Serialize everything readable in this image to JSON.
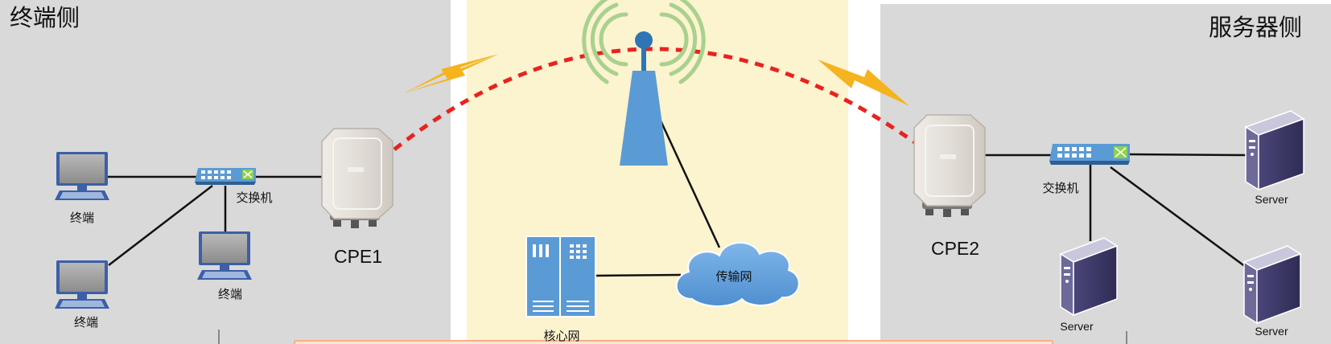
{
  "panels": {
    "terminal_side_title": "终端侧",
    "server_side_title": "服务器侧"
  },
  "devices": {
    "terminal_1_label": "终端",
    "terminal_2_label": "终端",
    "terminal_3_label": "终端",
    "switch_left_label": "交换机",
    "switch_right_label": "交换机",
    "cpe1_label": "CPE1",
    "cpe2_label": "CPE2",
    "core_network_label": "核心网",
    "transport_network_label": "传输网",
    "server_1_label": "Server",
    "server_2_label": "Server",
    "server_3_label": "Server"
  },
  "colors": {
    "panel_gray": "#d9d9d9",
    "center_panel": "#fcf3cf",
    "wireless_link": "#e8231f",
    "lightning": "#f5b41e",
    "tower_blue": "#5b9bd5",
    "signal_green": "#a9d18e",
    "server_purple": "#3d3a66",
    "bottom_bar": "#f4b183"
  }
}
